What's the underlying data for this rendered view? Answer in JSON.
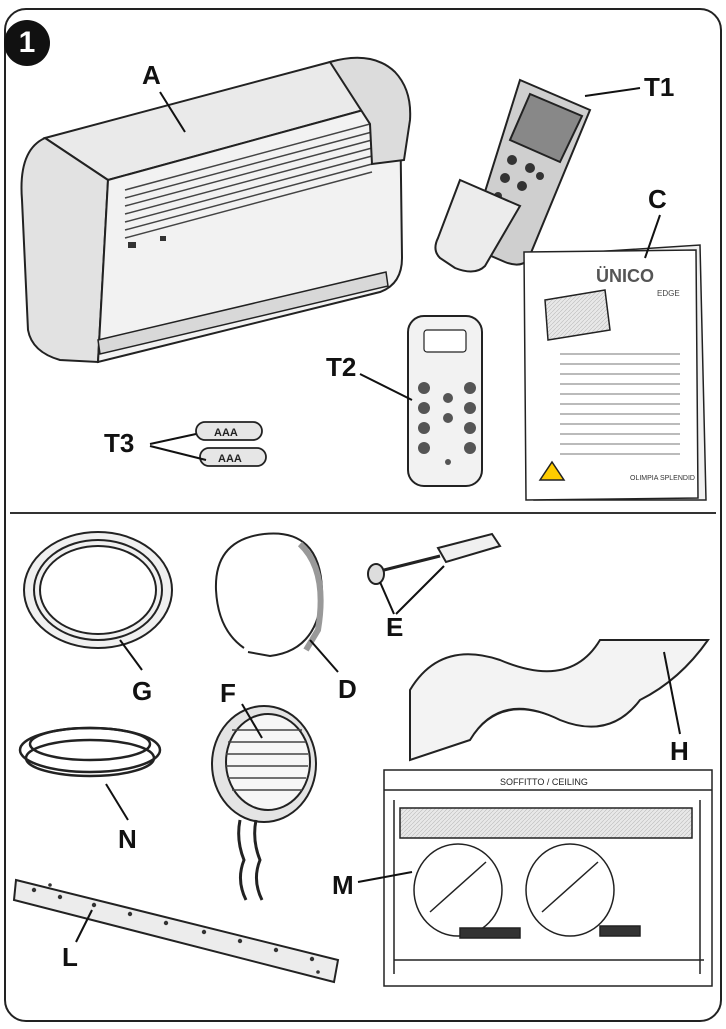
{
  "figure_number": "1",
  "labels": {
    "A": "A",
    "T1": "T1",
    "C": "C",
    "T2": "T2",
    "T3": "T3",
    "G": "G",
    "D": "D",
    "E": "E",
    "F": "F",
    "H": "H",
    "N": "N",
    "M": "M",
    "L": "L"
  },
  "manual": {
    "brand": "ÜNICO",
    "model": "EDGE",
    "company": "OLIMPIA SPLENDID"
  },
  "remote": {
    "battery_text": "AAA"
  },
  "template": {
    "header": "SOFFITTO / CEILING"
  }
}
